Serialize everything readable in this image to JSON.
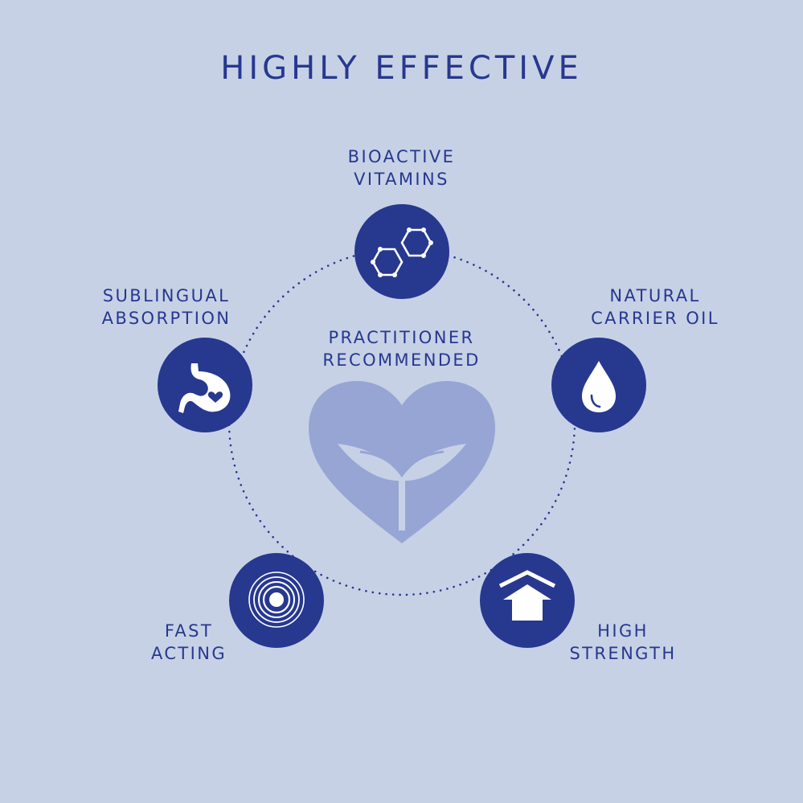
{
  "title": "HIGHLY EFFECTIVE",
  "center": {
    "label_lines": [
      "PRACTITIONER",
      "RECOMMENDED"
    ],
    "icon": "heart-sprout-icon"
  },
  "features": [
    {
      "id": "bioactive-vitamins",
      "label_lines": [
        "BIOACTIVE",
        "VITAMINS"
      ],
      "icon": "molecule-icon"
    },
    {
      "id": "natural-carrier-oil",
      "label_lines": [
        "NATURAL",
        "CARRIER OIL"
      ],
      "icon": "droplet-icon"
    },
    {
      "id": "high-strength",
      "label_lines": [
        "HIGH",
        "STRENGTH"
      ],
      "icon": "house-icon"
    },
    {
      "id": "fast-acting",
      "label_lines": [
        "FAST",
        "ACTING"
      ],
      "icon": "concentric-circles-icon"
    },
    {
      "id": "sublingual-absorption",
      "label_lines": [
        "SUBLINGUAL",
        "ABSORPTION"
      ],
      "icon": "stomach-heart-icon"
    }
  ],
  "colors": {
    "background": "#c7d1e6",
    "primary": "#27388f",
    "heart": "#97a5d5",
    "icon": "#ffffff"
  }
}
